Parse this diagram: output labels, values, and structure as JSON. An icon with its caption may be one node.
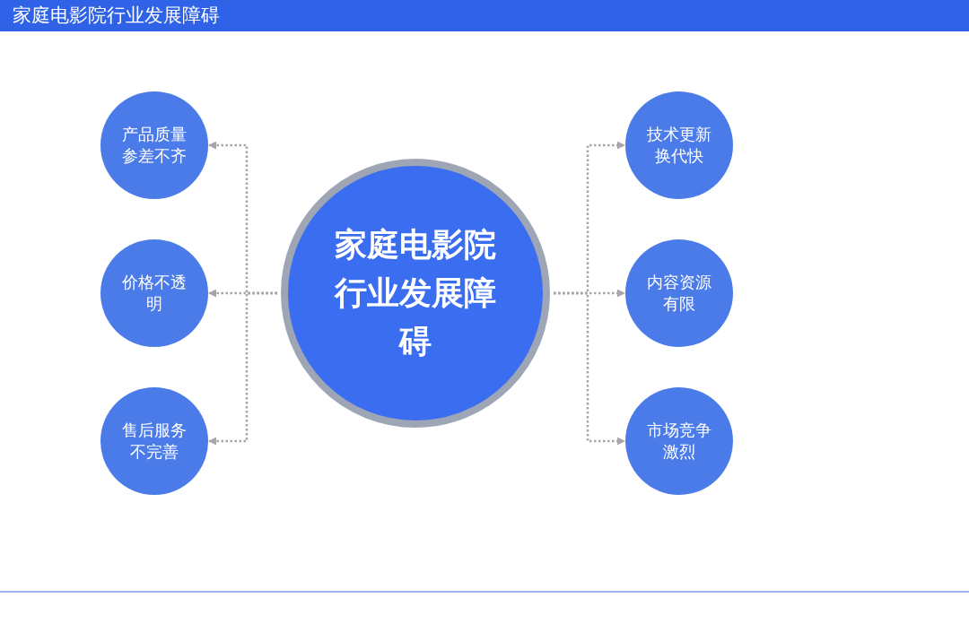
{
  "diagram": {
    "title": "家庭电影院行业发展障碍",
    "nodes": [
      {
        "text": [
          "家庭电影院行业发展障碍"
        ]
      },
      {
        "text": [
          "产品质量参差不齐"
        ]
      },
      {
        "text": [
          "价格不透明"
        ]
      },
      {
        "text": [
          "售后服务不完善"
        ]
      },
      {
        "text": [
          "技术更新换代快"
        ]
      },
      {
        "text": [
          "内容资源有限"
        ]
      },
      {
        "text": [
          "市场竞争激烈"
        ]
      }
    ],
    "edges": [
      {
        "from": 0,
        "to": 1,
        "arrow": "to",
        "style": "dashed"
      },
      {
        "from": 0,
        "to": 2,
        "arrow": "to",
        "style": "dashed"
      },
      {
        "from": 0,
        "to": 3,
        "arrow": "to",
        "style": "dashed"
      },
      {
        "from": 0,
        "to": 4,
        "arrow": "to",
        "style": "dashed"
      },
      {
        "from": 0,
        "to": 5,
        "arrow": "to",
        "style": "dashed"
      },
      {
        "from": 0,
        "to": 6,
        "arrow": "to",
        "style": "dashed"
      }
    ]
  }
}
